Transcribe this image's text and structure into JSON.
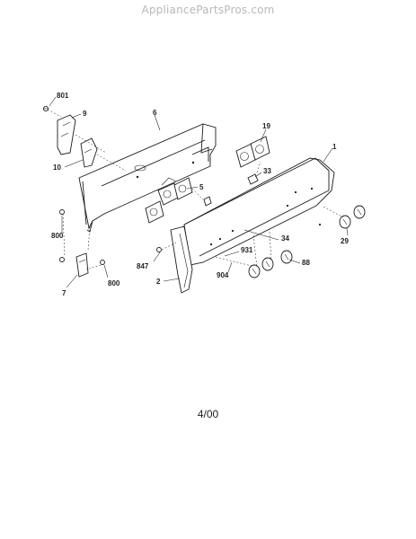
{
  "watermark": "AppliancePartsPros.com",
  "footer_date": "4/00",
  "callouts": {
    "c801": "801",
    "c9": "9",
    "c6": "6",
    "c19": "19",
    "c1": "1",
    "c10": "10",
    "c33": "33",
    "c5": "5",
    "c800a": "800",
    "c34": "34",
    "c29": "29",
    "c931": "931",
    "c847": "847",
    "c88": "88",
    "c904": "904",
    "c2": "2",
    "c7": "7",
    "c800b": "800"
  }
}
